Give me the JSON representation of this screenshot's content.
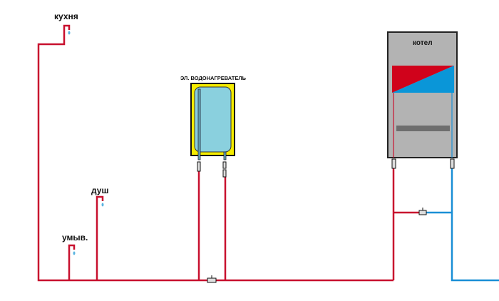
{
  "labels": {
    "kitchen": "кухня",
    "shower": "душ",
    "washbasin": "умыв.",
    "heater": "ЭЛ. ВОДОНАГРЕВАТЕЛЬ",
    "boiler": "котел"
  },
  "colors": {
    "hot": "#c8102e",
    "cold": "#1a8fd6",
    "heater_body": "#f5ec00",
    "heater_tank": "#8ad0de",
    "boiler_body": "#b3b3b3"
  }
}
